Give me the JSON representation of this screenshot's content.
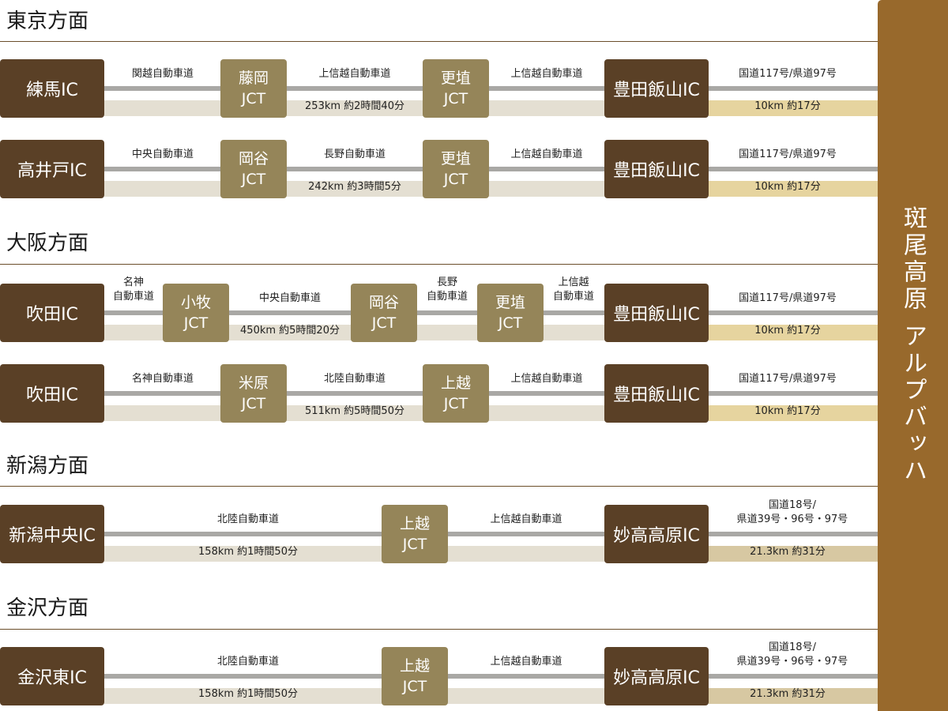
{
  "destination": {
    "label": "斑尾高原 アルプバッハ"
  },
  "sections": {
    "tokyo": {
      "title": "東京方面"
    },
    "osaka": {
      "title": "大阪方面"
    },
    "niigata": {
      "title": "新潟方面"
    },
    "kanazawa": {
      "title": "金沢方面"
    }
  },
  "routes": {
    "r1": {
      "start": "練馬IC",
      "seg1_road": "関越自動車道",
      "jct1": [
        "藤岡",
        "JCT"
      ],
      "seg2_road": "上信越自動車道",
      "jct2": [
        "更埴",
        "JCT"
      ],
      "seg3_road": "上信越自動車道",
      "exit": "豊田飯山IC",
      "final_road": "国道117号/県道97号",
      "total": "253km 約2時間40分",
      "final": "10km 約17分"
    },
    "r2": {
      "start": "高井戸IC",
      "seg1_road": "中央自動車道",
      "jct1": [
        "岡谷",
        "JCT"
      ],
      "seg2_road": "長野自動車道",
      "jct2": [
        "更埴",
        "JCT"
      ],
      "seg3_road": "上信越自動車道",
      "exit": "豊田飯山IC",
      "final_road": "国道117号/県道97号",
      "total": "242km 約3時間5分",
      "final": "10km 約17分"
    },
    "r3": {
      "start": "吹田IC",
      "seg1_road": [
        "名神",
        "自動車道"
      ],
      "jct1": [
        "小牧",
        "JCT"
      ],
      "seg2_road": "中央自動車道",
      "jct2": [
        "岡谷",
        "JCT"
      ],
      "seg3_road": [
        "長野",
        "自動車道"
      ],
      "jct3": [
        "更埴",
        "JCT"
      ],
      "seg4_road": [
        "上信越",
        "自動車道"
      ],
      "exit": "豊田飯山IC",
      "final_road": "国道117号/県道97号",
      "total": "450km 約5時間20分",
      "final": "10km 約17分"
    },
    "r4": {
      "start": "吹田IC",
      "seg1_road": "名神自動車道",
      "jct1": [
        "米原",
        "JCT"
      ],
      "seg2_road": "北陸自動車道",
      "jct2": [
        "上越",
        "JCT"
      ],
      "seg3_road": "上信越自動車道",
      "exit": "豊田飯山IC",
      "final_road": "国道117号/県道97号",
      "total": "511km 約5時間50分",
      "final": "10km 約17分"
    },
    "r5": {
      "start": "新潟中央IC",
      "seg1_road": "北陸自動車道",
      "jct1": [
        "上越",
        "JCT"
      ],
      "seg2_road": "上信越自動車道",
      "exit": "妙高高原IC",
      "final_road": [
        "国道18号/",
        "県道39号・96号・97号"
      ],
      "total": "158km 約1時間50分",
      "final": "21.3km 約31分"
    },
    "r6": {
      "start": "金沢東IC",
      "seg1_road": "北陸自動車道",
      "jct1": [
        "上越",
        "JCT"
      ],
      "seg2_road": "上信越自動車道",
      "exit": "妙高高原IC",
      "final_road": [
        "国道18号/",
        "県道39号・96号・97号"
      ],
      "total": "158km 約1時間50分",
      "final": "21.3km 約31分"
    }
  }
}
